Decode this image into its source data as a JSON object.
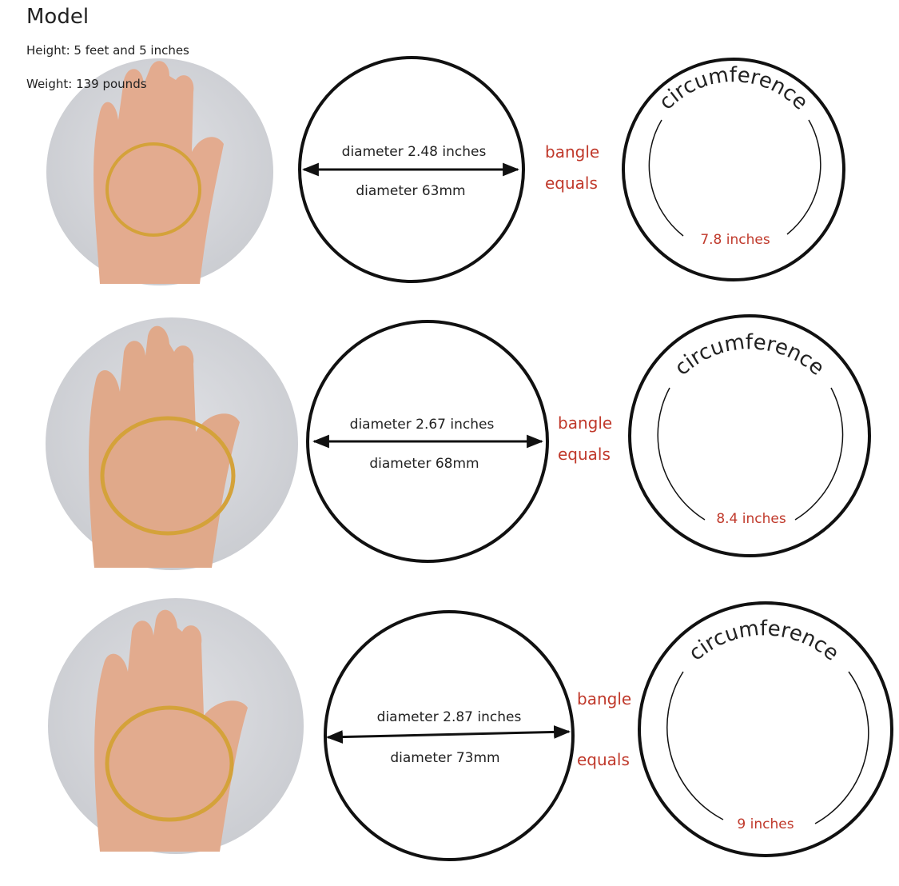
{
  "model": {
    "title": "Model",
    "height": "Height: 5 feet and 5 inches",
    "weight": "Weight: 139 pounds"
  },
  "rows": [
    {
      "diameter_in": "diameter 2.48 inches",
      "diameter_mm": "diameter 63mm",
      "bangle": "bangle",
      "equals": "equals",
      "circumference_label": "circumference",
      "circumference": "7.8 inches"
    },
    {
      "diameter_in": "diameter 2.67 inches",
      "diameter_mm": "diameter 68mm",
      "bangle": "bangle",
      "equals": "equals",
      "circumference_label": "circumference",
      "circumference": "8.4 inches"
    },
    {
      "diameter_in": "diameter 2.87 inches",
      "diameter_mm": "diameter 73mm",
      "bangle": "bangle",
      "equals": "equals",
      "circumference_label": "circumference",
      "circumference": "9 inches"
    }
  ],
  "colors": {
    "accent": "#c0392b",
    "line": "#111111",
    "skin": "#e0a98c",
    "bangle": "#d4a23a"
  }
}
